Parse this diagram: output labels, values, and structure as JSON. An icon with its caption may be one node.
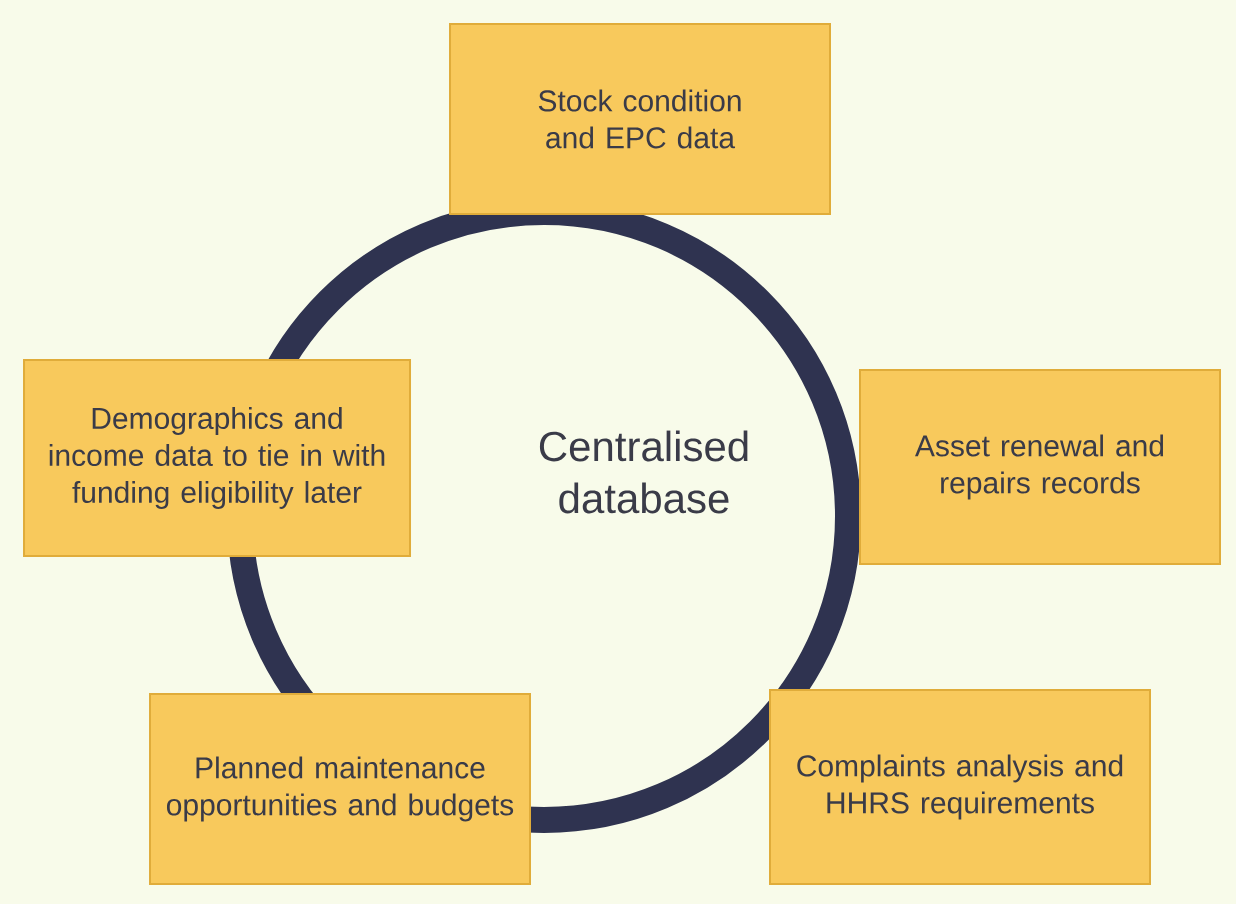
{
  "diagram": {
    "nodes": [
      {
        "text": [
          "Stock condition and EPC data"
        ]
      },
      {
        "text": [
          "Demographics and income data to tie in with funding eligibility later"
        ]
      },
      {
        "text": [
          "Asset renewal and repairs records"
        ]
      },
      {
        "text": [
          "Planned maintenance opportunities and budgets"
        ]
      },
      {
        "text": [
          "Complaints analysis and HHRS requirements"
        ]
      }
    ],
    "labels": [
      "Centralised database"
    ]
  }
}
